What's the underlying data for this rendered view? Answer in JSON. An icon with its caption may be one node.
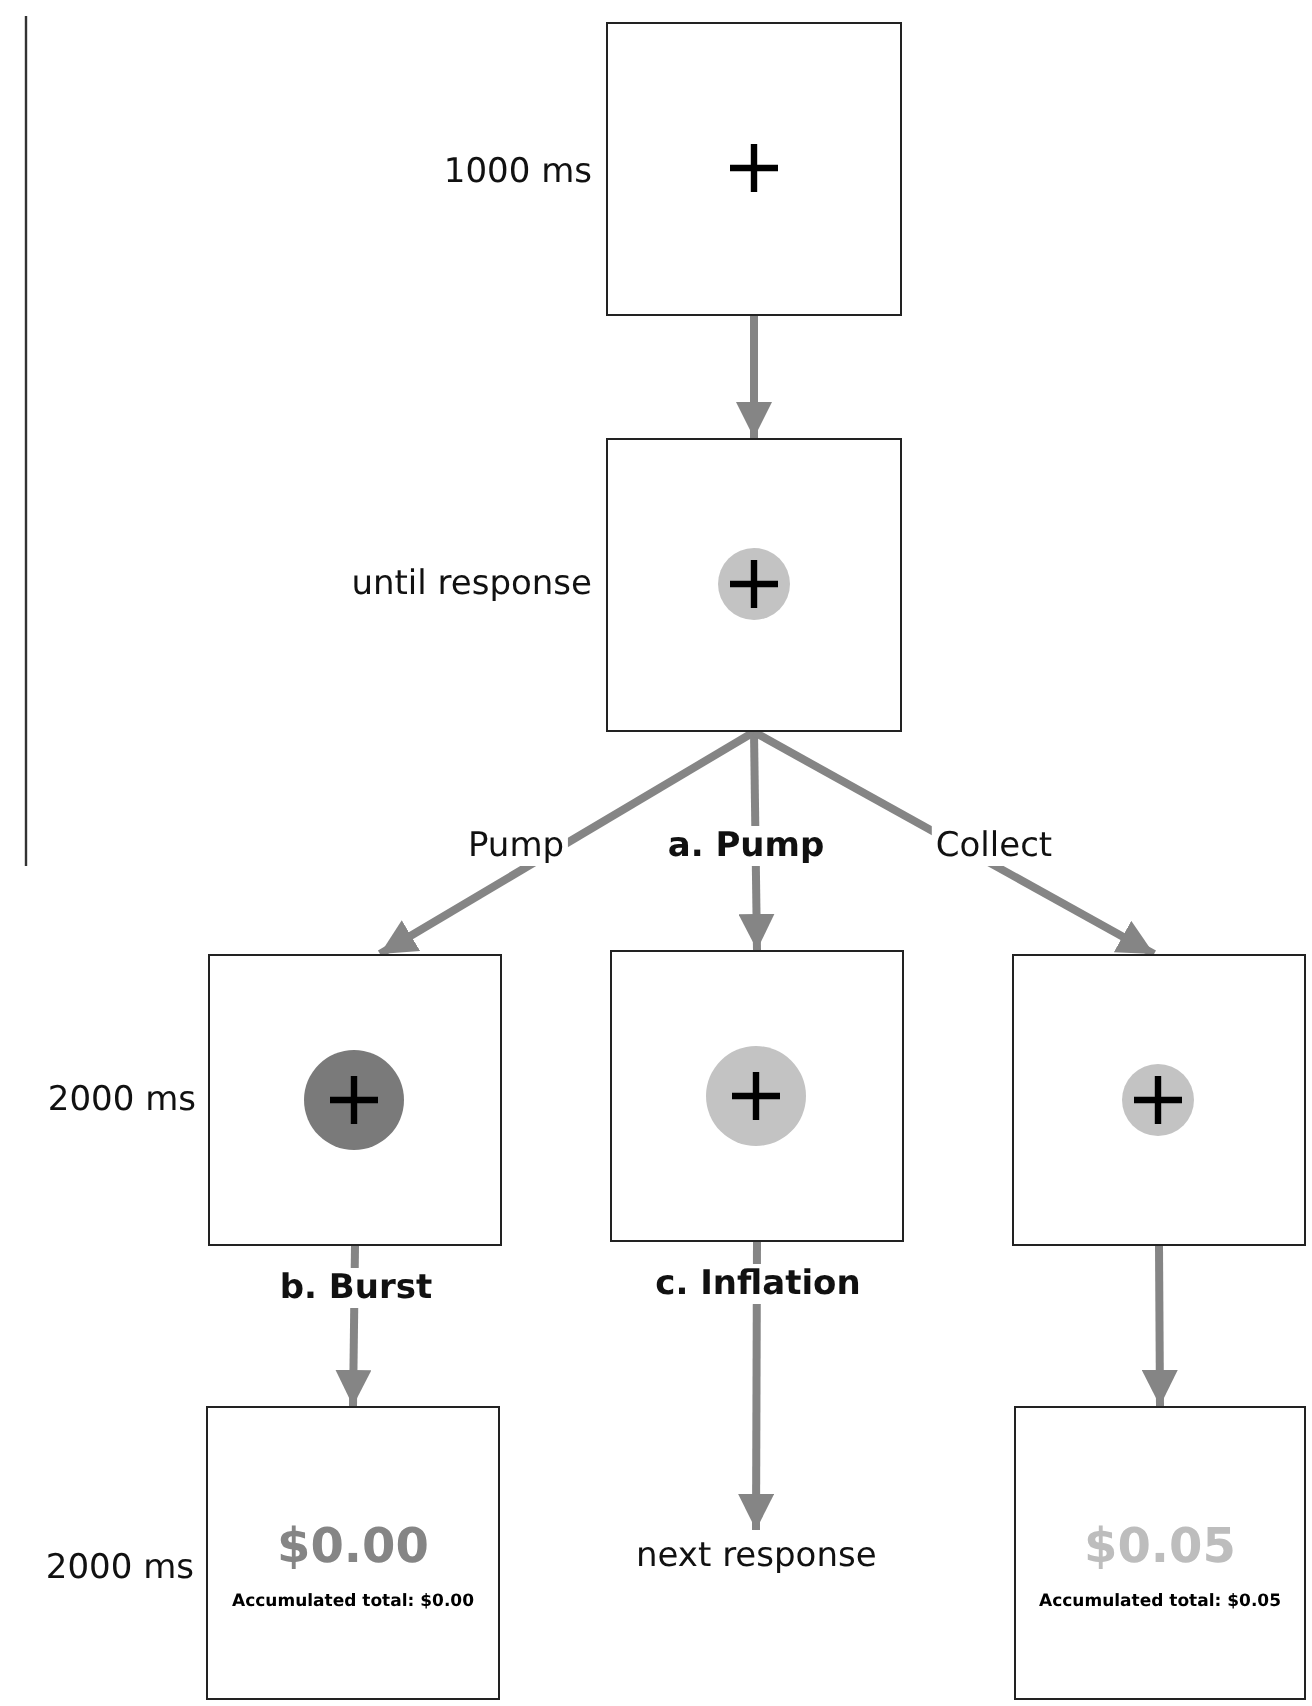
{
  "diagram": {
    "nodes": [
      {
        "text": [],
        "shape": "box",
        "beside": [
          "1000 ms"
        ]
      },
      {
        "text": [],
        "shape": "box",
        "beside": [
          "until response"
        ]
      },
      {
        "text": [],
        "shape": "box",
        "beside": [
          "2000 ms",
          "b. Burst"
        ]
      },
      {
        "text": [],
        "shape": "box",
        "beside": [
          "c. Inflation"
        ]
      },
      {
        "text": [],
        "shape": "box"
      },
      {
        "text": [
          "$0.00",
          "Accumulated total: $0.00"
        ],
        "beside": [
          "2000 ms"
        ]
      },
      {
        "text": [
          "next response"
        ]
      },
      {
        "text": [
          "$0.05",
          "Accumulated total: $0.05"
        ]
      }
    ],
    "edges": [
      {
        "from": 0,
        "to": 1,
        "arrow": "to"
      },
      {
        "from": 1,
        "to": 2,
        "arrow": "to",
        "label": "Pump"
      },
      {
        "from": 1,
        "to": 3,
        "arrow": "to",
        "label": "a. Pump"
      },
      {
        "from": 1,
        "to": 4,
        "arrow": "to",
        "label": "Collect"
      },
      {
        "from": 2,
        "to": 5,
        "arrow": "to"
      },
      {
        "from": 3,
        "to": 6,
        "arrow": "to"
      },
      {
        "from": 4,
        "to": 7,
        "arrow": "to"
      }
    ]
  }
}
